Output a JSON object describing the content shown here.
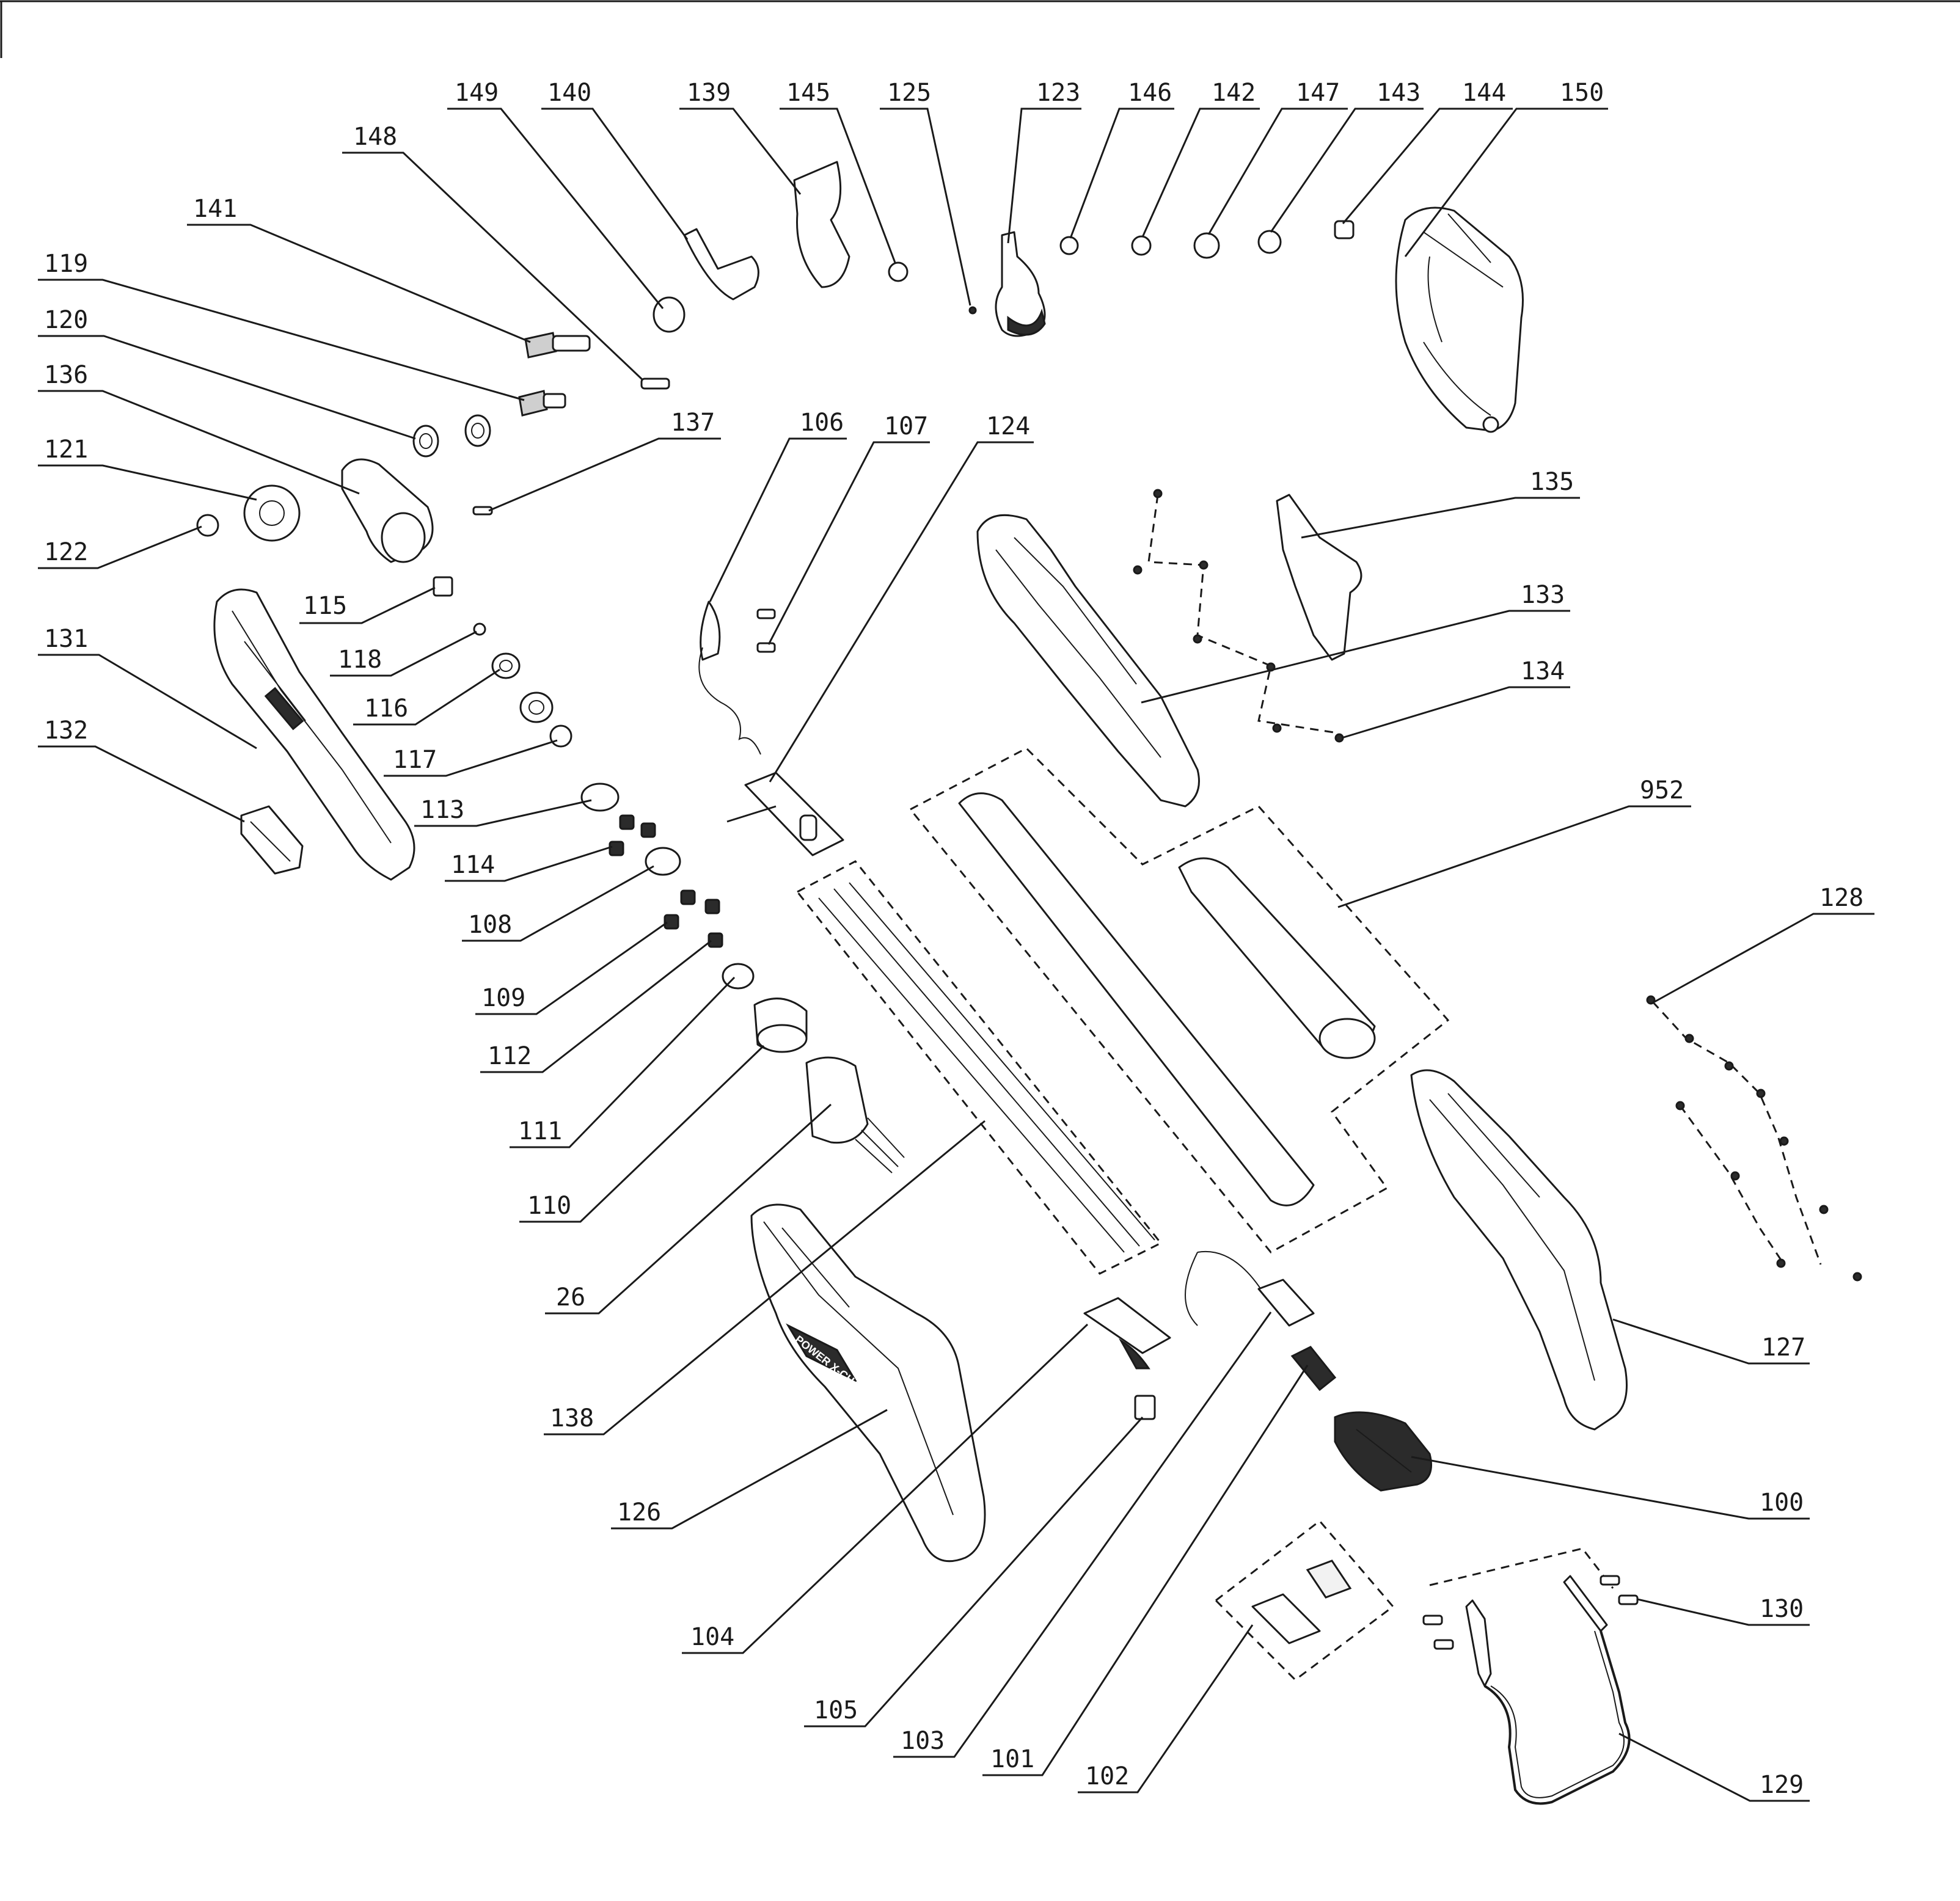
{
  "callouts": [
    {
      "id": "149",
      "label": "149"
    },
    {
      "id": "140",
      "label": "140"
    },
    {
      "id": "139",
      "label": "139"
    },
    {
      "id": "145",
      "label": "145"
    },
    {
      "id": "125",
      "label": "125"
    },
    {
      "id": "123",
      "label": "123"
    },
    {
      "id": "146",
      "label": "146"
    },
    {
      "id": "142",
      "label": "142"
    },
    {
      "id": "147",
      "label": "147"
    },
    {
      "id": "143",
      "label": "143"
    },
    {
      "id": "144",
      "label": "144"
    },
    {
      "id": "150",
      "label": "150"
    },
    {
      "id": "148",
      "label": "148"
    },
    {
      "id": "141",
      "label": "141"
    },
    {
      "id": "119",
      "label": "119"
    },
    {
      "id": "120",
      "label": "120"
    },
    {
      "id": "136",
      "label": "136"
    },
    {
      "id": "121",
      "label": "121"
    },
    {
      "id": "122",
      "label": "122"
    },
    {
      "id": "137",
      "label": "137"
    },
    {
      "id": "106",
      "label": "106"
    },
    {
      "id": "107",
      "label": "107"
    },
    {
      "id": "124",
      "label": "124"
    },
    {
      "id": "135",
      "label": "135"
    },
    {
      "id": "133",
      "label": "133"
    },
    {
      "id": "134",
      "label": "134"
    },
    {
      "id": "115",
      "label": "115"
    },
    {
      "id": "131",
      "label": "131"
    },
    {
      "id": "118",
      "label": "118"
    },
    {
      "id": "116",
      "label": "116"
    },
    {
      "id": "132",
      "label": "132"
    },
    {
      "id": "117",
      "label": "117"
    },
    {
      "id": "113",
      "label": "113"
    },
    {
      "id": "952",
      "label": "952"
    },
    {
      "id": "114",
      "label": "114"
    },
    {
      "id": "108",
      "label": "108"
    },
    {
      "id": "128",
      "label": "128"
    },
    {
      "id": "109",
      "label": "109"
    },
    {
      "id": "112",
      "label": "112"
    },
    {
      "id": "111",
      "label": "111"
    },
    {
      "id": "110",
      "label": "110"
    },
    {
      "id": "26",
      "label": "26"
    },
    {
      "id": "127",
      "label": "127"
    },
    {
      "id": "138",
      "label": "138"
    },
    {
      "id": "126",
      "label": "126"
    },
    {
      "id": "100",
      "label": "100"
    },
    {
      "id": "130",
      "label": "130"
    },
    {
      "id": "104",
      "label": "104"
    },
    {
      "id": "105",
      "label": "105"
    },
    {
      "id": "103",
      "label": "103"
    },
    {
      "id": "101",
      "label": "101"
    },
    {
      "id": "102",
      "label": "102"
    },
    {
      "id": "129",
      "label": "129"
    }
  ],
  "brand_mark": "POWER X-CHANGE"
}
